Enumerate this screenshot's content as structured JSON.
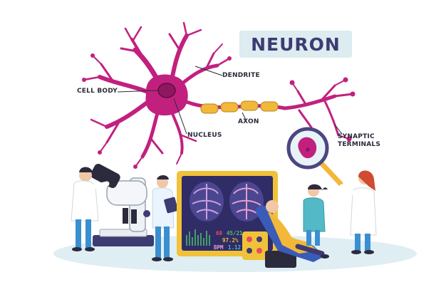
{
  "title": "NEURON",
  "labels": {
    "cell_body": "CELL BODY",
    "dendrite": "DENDRITE",
    "nucleus": "NUCLEUS",
    "axon": "AXON",
    "synaptic_line1": "SYNAPTIC",
    "synaptic_line2": "TERMINALS"
  },
  "monitor_readouts": {
    "r1a": "68",
    "r1b": "45/21",
    "r2": "97.2%",
    "r3a": "BPM",
    "r3b": "1.12"
  },
  "colors": {
    "neuron": "#c2207f",
    "neuron_dark": "#8f1760",
    "myelin": "#f2b83a",
    "title_bg": "#dcecf1",
    "title_text": "#3e3b72",
    "monitor_frame": "#f0c23a",
    "monitor_screen": "#2f2c66",
    "floor": "#dfeef3"
  }
}
